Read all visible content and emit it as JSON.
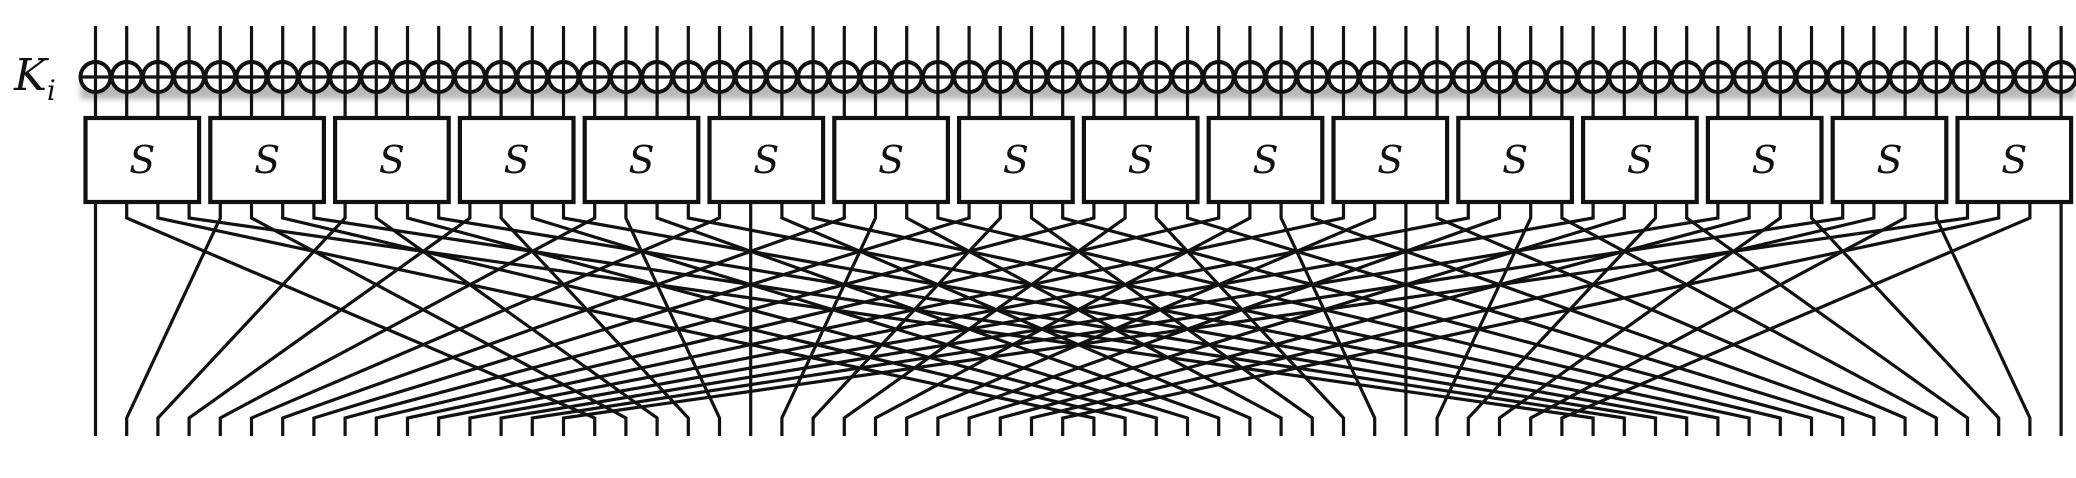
{
  "diagram": {
    "key_label": "K",
    "key_subscript": "i",
    "sbox_label": "S",
    "sbox_count": 16,
    "bits_per_sbox": 4,
    "wire_count": 64,
    "permutation_rule": "output bit j of S-box i connects to position 16*j + i",
    "colors": {
      "ink": "#111111",
      "background": "#ffffff",
      "shadow": "#b8b8b8"
    }
  }
}
